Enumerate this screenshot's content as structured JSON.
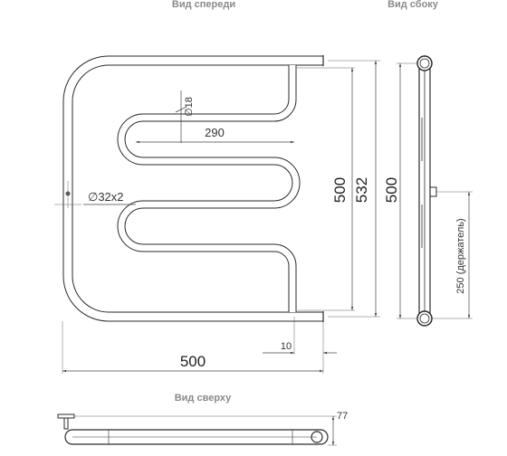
{
  "views": {
    "front": "Вид спереди",
    "side": "Вид сбоку",
    "top": "Вид сверху"
  },
  "dimensions": {
    "diam_small": "18",
    "inner_width": "290",
    "pipe_diam": "32x2",
    "height_500": "500",
    "height_532": "532",
    "width_500": "500",
    "offset_10": "10",
    "side_500": "500",
    "holder_250": "250 (держатель)",
    "depth_77": "77"
  },
  "symbols": {
    "diameter": "∅"
  }
}
